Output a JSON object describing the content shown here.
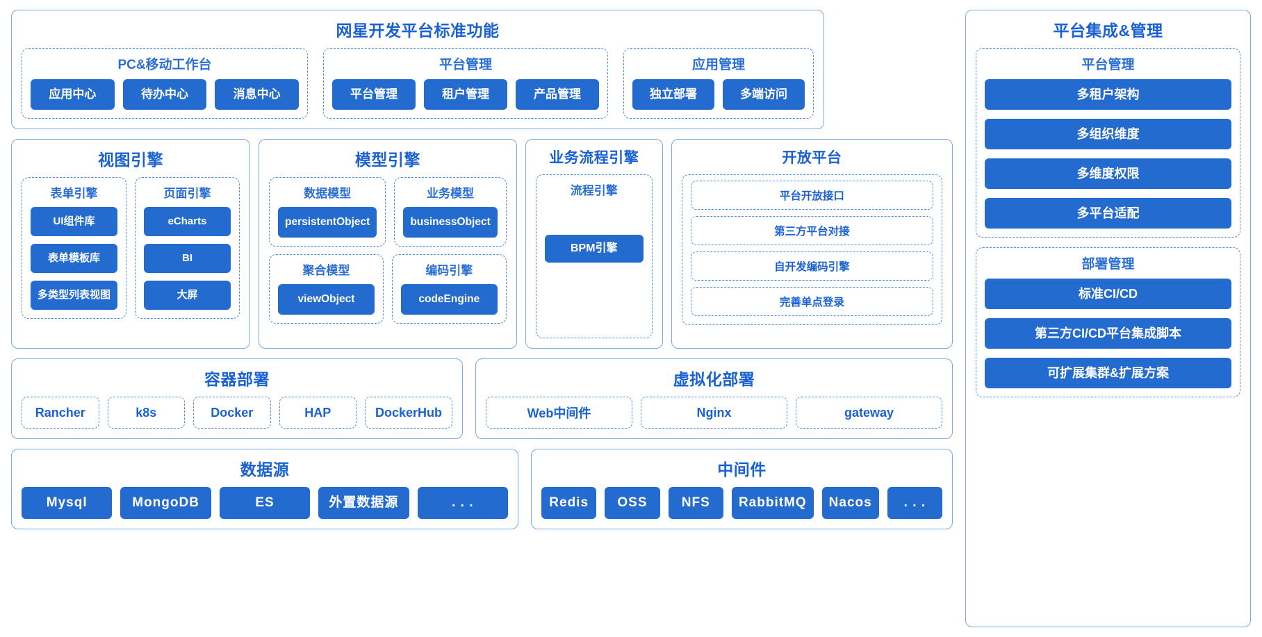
{
  "standard_platform": {
    "title": "网星开发平台标准功能",
    "groups": [
      {
        "title": "PC&移动工作台",
        "items": [
          "应用中心",
          "待办中心",
          "消息中心"
        ]
      },
      {
        "title": "平台管理",
        "items": [
          "平台管理",
          "租户管理",
          "产品管理"
        ]
      },
      {
        "title": "应用管理",
        "items": [
          "独立部署",
          "多端访问"
        ]
      }
    ]
  },
  "integration": {
    "title": "平台集成&管理",
    "groups": [
      {
        "title": "平台管理",
        "items": [
          "多租户架构",
          "多组织维度",
          "多维度权限",
          "多平台适配"
        ]
      },
      {
        "title": "部署管理",
        "items": [
          "标准CI/CD",
          "第三方CI/CD平台集成脚本",
          "可扩展集群&扩展方案"
        ]
      }
    ]
  },
  "engines": {
    "view": {
      "title": "视图引擎",
      "groups": [
        {
          "title": "表单引擎",
          "items": [
            "UI组件库",
            "表单模板库",
            "多类型列表视图"
          ]
        },
        {
          "title": "页面引擎",
          "items": [
            "eCharts",
            "BI",
            "大屏"
          ]
        }
      ]
    },
    "model": {
      "title": "模型引擎",
      "groups": [
        {
          "title": "数据模型",
          "items": [
            "persistentObject"
          ]
        },
        {
          "title": "业务模型",
          "items": [
            "businessObject"
          ]
        },
        {
          "title": "聚合模型",
          "items": [
            "viewObject"
          ]
        },
        {
          "title": "编码引擎",
          "items": [
            "codeEngine"
          ]
        }
      ]
    },
    "bpm": {
      "title": "业务流程引擎",
      "groups": [
        {
          "title": "流程引擎",
          "items": [
            "BPM引擎"
          ]
        }
      ]
    },
    "open": {
      "title": "开放平台",
      "items": [
        "平台开放接口",
        "第三方平台对接",
        "自开发编码引擎",
        "完善单点登录"
      ]
    }
  },
  "deployment": {
    "container": {
      "title": "容器部署",
      "items": [
        "Rancher",
        "k8s",
        "Docker",
        "HAP",
        "DockerHub"
      ]
    },
    "virtual": {
      "title": "虚拟化部署",
      "items": [
        "Web中间件",
        "Nginx",
        "gateway"
      ]
    }
  },
  "datasource": {
    "title": "数据源",
    "items": [
      "Mysql",
      "MongoDB",
      "ES",
      "外置数据源",
      ". . ."
    ]
  },
  "middleware": {
    "title": "中间件",
    "items": [
      "Redis",
      "OSS",
      "NFS",
      "RabbitMQ",
      "Nacos",
      ". . ."
    ]
  },
  "colors": {
    "accent": "#1a62d4",
    "chip_fill": "#246bd0",
    "border_solid": "#7aa8e8",
    "border_dashed": "#4f8ce0"
  }
}
